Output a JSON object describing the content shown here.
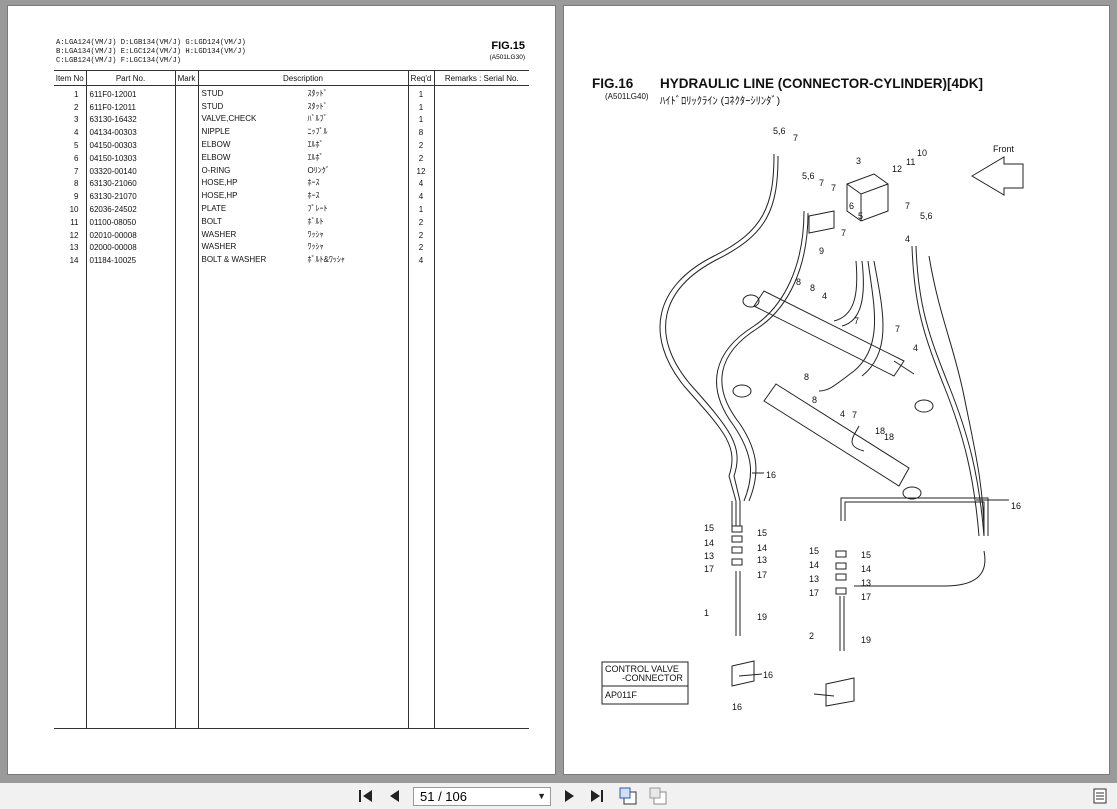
{
  "left_page": {
    "model_lines": [
      "A:LGA124(VM/J) D:LGB134(VM/J) G:LGD124(VM/J)",
      "B:LGA134(VM/J) E:LGC124(VM/J) H:LGD134(VM/J)",
      "C:LGB124(VM/J) F:LGC134(VM/J)"
    ],
    "fig_title": "FIG.15",
    "fig_code": "(A501LG30)",
    "columns": {
      "item": "Item No",
      "part": "Part No.",
      "mark": "Mark",
      "desc": "Description",
      "qty": "Req'd",
      "remarks": "Remarks : Serial No."
    },
    "rows": [
      {
        "item": "1",
        "part": "611F0-12001",
        "desc": "STUD",
        "jp": "ｽﾀｯﾄﾞ",
        "qty": "1"
      },
      {
        "item": "2",
        "part": "611F0-12011",
        "desc": "STUD",
        "jp": "ｽﾀｯﾄﾞ",
        "qty": "1"
      },
      {
        "item": "3",
        "part": "63130-16432",
        "desc": "VALVE,CHECK",
        "jp": "ﾊﾞﾙﾌﾞ",
        "qty": "1"
      },
      {
        "item": "4",
        "part": "04134-00303",
        "desc": "NIPPLE",
        "jp": "ﾆｯﾌﾟﾙ",
        "qty": "8"
      },
      {
        "item": "5",
        "part": "04150-00303",
        "desc": "ELBOW",
        "jp": "ｴﾙﾎﾞ",
        "qty": "2"
      },
      {
        "item": "6",
        "part": "04150-10303",
        "desc": "ELBOW",
        "jp": "ｴﾙﾎﾞ",
        "qty": "2"
      },
      {
        "item": "7",
        "part": "03320-00140",
        "desc": "O-RING",
        "jp": "Oﾘﾝｸﾞ",
        "qty": "12"
      },
      {
        "item": "8",
        "part": "63130-21060",
        "desc": "HOSE,HP",
        "jp": "ﾎｰｽ",
        "qty": "4"
      },
      {
        "item": "9",
        "part": "63130-21070",
        "desc": "HOSE,HP",
        "jp": "ﾎｰｽ",
        "qty": "4"
      },
      {
        "item": "10",
        "part": "62036-24502",
        "desc": "PLATE",
        "jp": "ﾌﾟﾚｰﾄ",
        "qty": "1"
      },
      {
        "item": "11",
        "part": "01100-08050",
        "desc": "BOLT",
        "jp": "ﾎﾞﾙﾄ",
        "qty": "2"
      },
      {
        "item": "12",
        "part": "02010-00008",
        "desc": "WASHER",
        "jp": "ﾜｯｼｬ",
        "qty": "2"
      },
      {
        "item": "13",
        "part": "02000-00008",
        "desc": "WASHER",
        "jp": "ﾜｯｼｬ",
        "qty": "2"
      },
      {
        "item": "14",
        "part": "01184-10025",
        "desc": "BOLT & WASHER",
        "jp": "ﾎﾞﾙﾄ&ﾜｯｼｬ",
        "qty": "4"
      }
    ]
  },
  "right_page": {
    "fig_title": "FIG.16",
    "heading": "HYDRAULIC LINE (CONNECTOR-CYLINDER)[4DK]",
    "fig_code": "(A501LG40)",
    "heading_jp": "ﾊｲﾄﾞﾛﾘｯｸﾗｲﾝ (ｺﾈｸﾀｰｼﾘﾝﾀﾞ)",
    "front_label": "Front",
    "box_line1": "CONTROL VALVE",
    "box_line2": "-CONNECTOR",
    "box_code": "AP011F",
    "callouts": [
      "5,6",
      "7",
      "3",
      "12",
      "11",
      "10",
      "5,6",
      "7",
      "7",
      "6",
      "5",
      "9",
      "7",
      "5,6",
      "7",
      "4",
      "8",
      "8",
      "4",
      "7",
      "7",
      "4",
      "8",
      "8",
      "4",
      "7",
      "18",
      "18",
      "16",
      "16",
      "15",
      "15",
      "14",
      "14",
      "13",
      "13",
      "17",
      "17",
      "1",
      "19",
      "16",
      "16",
      "15",
      "15",
      "14",
      "14",
      "13",
      "13",
      "17",
      "17",
      "2",
      "19"
    ]
  },
  "toolbar": {
    "page_value": "51 / 106",
    "icons": [
      "first-page-icon",
      "prev-page-icon",
      "next-page-icon",
      "last-page-icon",
      "fit-page-icon",
      "fit-width-icon",
      "menu-icon"
    ]
  }
}
